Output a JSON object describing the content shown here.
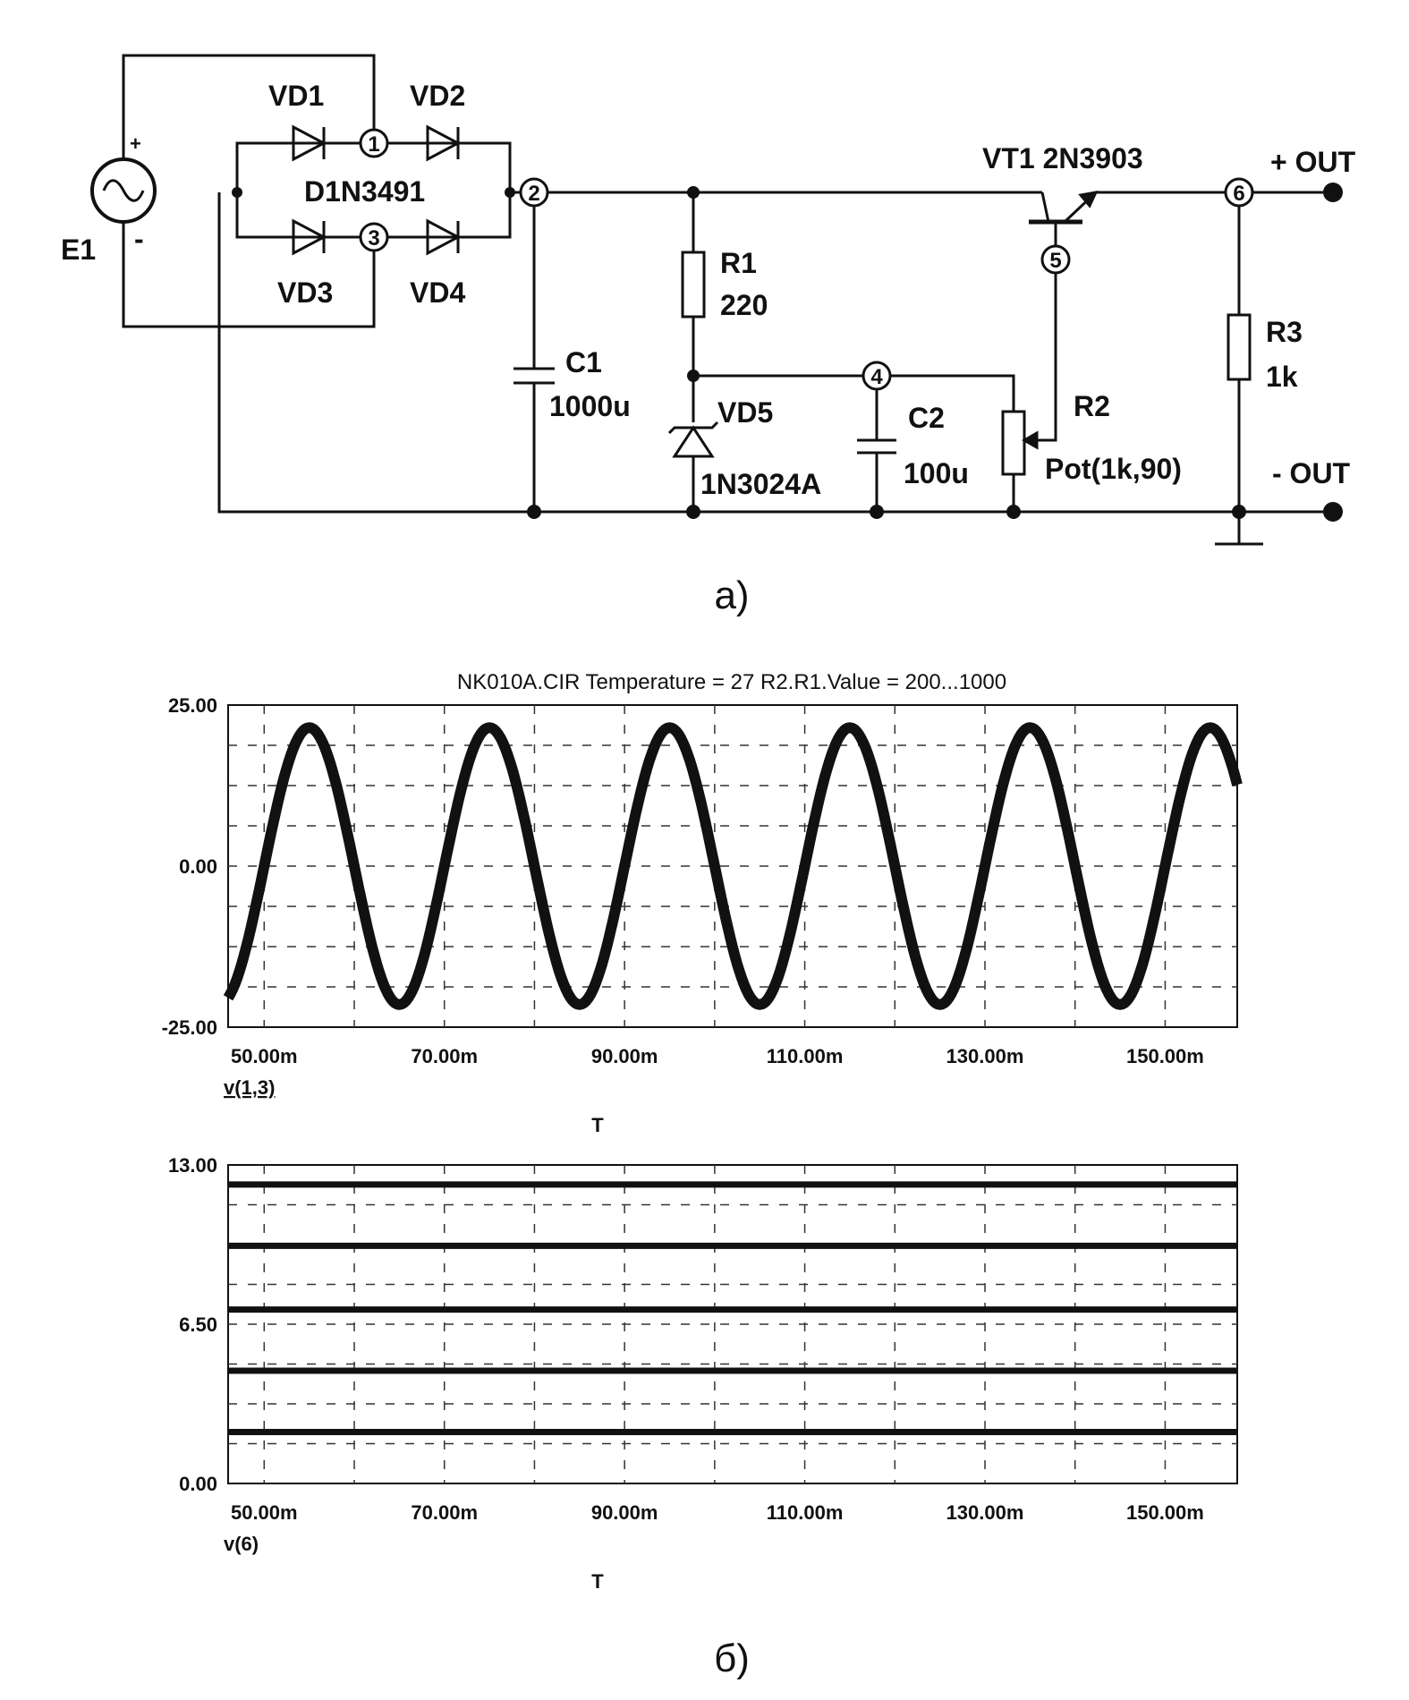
{
  "caption_a": "a)",
  "caption_b": "б)",
  "schematic": {
    "E1": "E1",
    "VD1": "VD1",
    "VD2": "VD2",
    "VD3": "VD3",
    "VD4": "VD4",
    "bridge_model": "D1N3491",
    "C1_name": "C1",
    "C1_value": "1000u",
    "R1_name": "R1",
    "R1_value": "220",
    "VD5_name": "VD5",
    "VD5_model": "1N3024A",
    "C2_name": "C2",
    "C2_value": "100u",
    "R2_name": "R2",
    "R2_value": "Pot(1k,90)",
    "VT1": "VT1 2N3903",
    "R3_name": "R3",
    "R3_value": "1k",
    "out_plus": "+ OUT",
    "out_minus": "- OUT",
    "src_plus": "+",
    "src_minus": "-",
    "nodes": [
      "1",
      "2",
      "3",
      "4",
      "5",
      "6"
    ]
  },
  "chart_data": [
    {
      "type": "line",
      "title": "NK010A.CIR Temperature = 27 R2.R1.Value = 200...1000",
      "xlabel": "T",
      "ylabel": "",
      "series_label": "v(1,3)",
      "xlim": [
        46,
        158
      ],
      "ylim": [
        -25,
        25
      ],
      "x_ticks": [
        "50.00m",
        "70.00m",
        "90.00m",
        "110.00m",
        "130.00m",
        "150.00m"
      ],
      "y_ticks": [
        "25.00",
        "0.00",
        "-25.00"
      ],
      "series": [
        {
          "amplitude": 21.5,
          "frequency_hz": 50,
          "phase_deg": 180,
          "x_unit": "ms"
        }
      ],
      "grid": true
    },
    {
      "type": "line",
      "xlabel": "T",
      "ylabel": "",
      "series_label": "v(6)",
      "xlim": [
        46,
        158
      ],
      "ylim": [
        0,
        13
      ],
      "x_ticks": [
        "50.00m",
        "70.00m",
        "90.00m",
        "110.00m",
        "130.00m",
        "150.00m"
      ],
      "y_ticks": [
        "13.00",
        "6.50",
        "0.00"
      ],
      "series": [
        {
          "values": [
            12.2
          ]
        },
        {
          "values": [
            9.7
          ]
        },
        {
          "values": [
            7.1
          ]
        },
        {
          "values": [
            4.6
          ]
        },
        {
          "values": [
            2.1
          ]
        }
      ],
      "grid": true
    }
  ]
}
